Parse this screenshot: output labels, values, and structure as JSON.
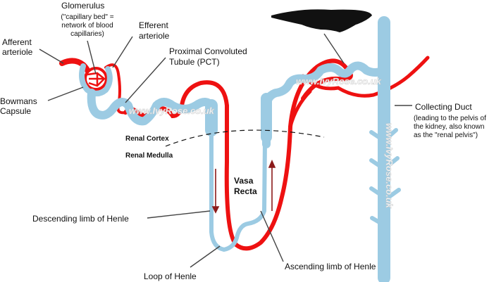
{
  "title": "Nephron diagram",
  "labels": {
    "glomerulus": "Glomerulus",
    "glomerulus_note": [
      "(\"capillary bed\" =",
      "network of blood",
      "capillaries)"
    ],
    "efferent": [
      "Efferent",
      "arteriole"
    ],
    "afferent": [
      "Afferent",
      "arteriole"
    ],
    "pct": [
      "Proximal Convoluted",
      "Tubule (PCT)"
    ],
    "bowmans": [
      "Bowmans",
      "Capsule"
    ],
    "renal_cortex": "Renal Cortex",
    "renal_medulla": "Renal Medulla",
    "vasa_recta": [
      "Vasa",
      "Recta"
    ],
    "collecting_duct": "Collecting Duct",
    "collecting_note": [
      "(leading to the pelvis of",
      "the kidney, also known",
      "as the \"renal pelvis\")"
    ],
    "descending": "Descending limb of Henle",
    "loop": "Loop of Henle",
    "ascending": "Ascending limb of Henle"
  },
  "watermark": "www.IvyRose.co.uk",
  "colors": {
    "tubule": "#9ccbe3",
    "blood": "#ee1111",
    "arrow": "#8b1a1a",
    "leader": "#444444"
  }
}
